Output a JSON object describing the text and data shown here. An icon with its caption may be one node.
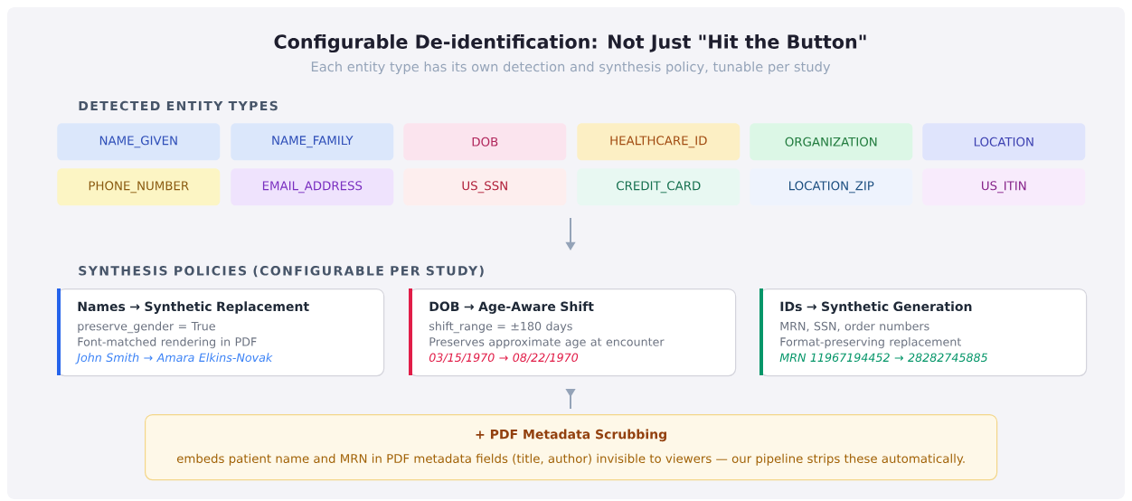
{
  "diagram": {
    "title": "Configurable De-identification: Not Just \"Hit the Button\"",
    "nodes": [
      {
        "text": [
          "NAME_GIVEN"
        ]
      },
      {
        "text": [
          "NAME_FAMILY"
        ]
      },
      {
        "text": [
          "DOB"
        ]
      },
      {
        "text": [
          "HEALTHCARE_ID"
        ]
      },
      {
        "text": [
          "ORGANIZATION"
        ]
      },
      {
        "text": [
          "LOCATION"
        ]
      },
      {
        "text": [
          "PHONE_NUMBER"
        ]
      },
      {
        "text": [
          "EMAIL_ADDRESS"
        ]
      },
      {
        "text": [
          "US_SSN"
        ]
      },
      {
        "text": [
          "CREDIT_CARD"
        ]
      },
      {
        "text": [
          "LOCATION_ZIP"
        ]
      },
      {
        "text": [
          "US_ITIN"
        ]
      },
      {
        "text": [
          "Names → Synthetic Replacement",
          "preserve_gender = True",
          "Font-matched rendering in PDF",
          "John Smith → Amara Elkins-Novak"
        ]
      },
      {
        "text": [
          "DOB → Age-Aware Shift",
          "shift_range = ±180 days",
          "Preserves approximate age at encounter",
          "03/15/1970 → 08/22/1970"
        ]
      },
      {
        "text": [
          "IDs → Synthetic Generation",
          "MRN, SSN, order numbers",
          "Format-preserving replacement",
          "MRN 11967194452 → 28282745885"
        ]
      },
      {
        "text": [
          "+ PDF Metadata Scrubbing",
          "embeds patient name and MRN in PDF metadata fields (title, author) invisible to viewers — our pipeline strips these automatically."
        ]
      }
    ],
    "labels": [
      "Each entity type has its own detection and synthesis policy, tunable per study",
      "DETECTED ENTITY TYPES",
      "SYNTHESIS POLICIES (CONFIGURABLE PER STUDY)"
    ]
  }
}
